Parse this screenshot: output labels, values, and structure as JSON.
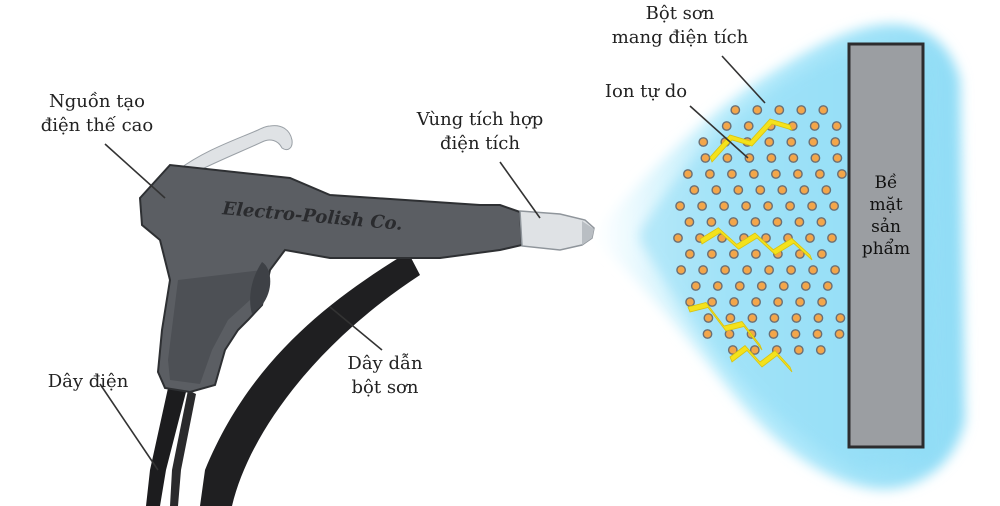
{
  "labels": {
    "high_voltage": [
      "Nguồn tạo",
      "điện thế cao"
    ],
    "charge_zone": [
      "Vùng tích hợp",
      "điện tích"
    ],
    "charged_powder": [
      "Bột sơn",
      "mang điện tích"
    ],
    "free_ions": "Ion tự do",
    "power_cord": "Dây điện",
    "powder_hose": [
      "Dây dẫn",
      "bột sơn"
    ],
    "product_surface": [
      "Bề",
      "mặt",
      "sản",
      "phẩm"
    ]
  },
  "gun_brand": "Electro-Polish Co.",
  "colors": {
    "gun_body": "#5b5e63",
    "gun_edge": "#2e3033",
    "nozzle": "#dfe2e5",
    "hose": "#1f1f21",
    "spray_cloud": "#7fd8f5",
    "particle_fill": "#f3a64a",
    "particle_ring": "#6b6f74",
    "lightning": "#f4e21c",
    "product": "#9b9ea2"
  }
}
